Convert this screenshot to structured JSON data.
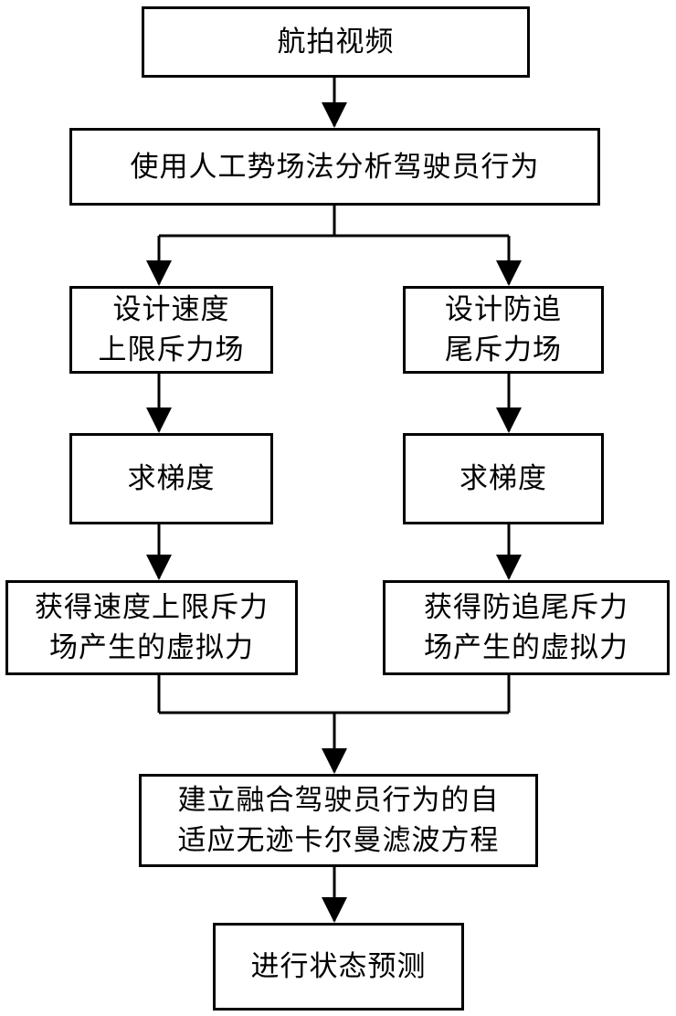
{
  "flowchart": {
    "nodes": {
      "aerial_video": {
        "lines": [
          "航拍视频"
        ]
      },
      "analyze_behavior": {
        "lines": [
          "使用人工势场法分析驾驶员行为"
        ]
      },
      "design_speed_field": {
        "lines": [
          " 设计速度",
          "上限斥力场"
        ]
      },
      "design_rearend_field": {
        "lines": [
          "设计防追",
          "尾斥力场"
        ]
      },
      "gradient_left": {
        "lines": [
          "求梯度"
        ]
      },
      "gradient_right": {
        "lines": [
          "求梯度"
        ]
      },
      "virtual_force_speed": {
        "lines": [
          "获得速度上限斥力",
          "场产生的虚拟力"
        ]
      },
      "virtual_force_rearend": {
        "lines": [
          "获得防追尾斥力",
          "场产生的虚拟力"
        ]
      },
      "build_ukf": {
        "lines": [
          "建立融合驾驶员行为的自",
          "适应无迹卡尔曼滤波方程"
        ]
      },
      "state_prediction": {
        "lines": [
          "进行状态预测"
        ]
      }
    },
    "edges": [
      [
        "aerial_video",
        "analyze_behavior"
      ],
      [
        "analyze_behavior",
        "design_speed_field"
      ],
      [
        "analyze_behavior",
        "design_rearend_field"
      ],
      [
        "design_speed_field",
        "gradient_left"
      ],
      [
        "design_rearend_field",
        "gradient_right"
      ],
      [
        "gradient_left",
        "virtual_force_speed"
      ],
      [
        "gradient_right",
        "virtual_force_rearend"
      ],
      [
        "virtual_force_speed",
        "build_ukf"
      ],
      [
        "virtual_force_rearend",
        "build_ukf"
      ],
      [
        "build_ukf",
        "state_prediction"
      ]
    ],
    "colors": {
      "stroke": "#000000",
      "fill": "#ffffff",
      "text": "#000000"
    }
  }
}
